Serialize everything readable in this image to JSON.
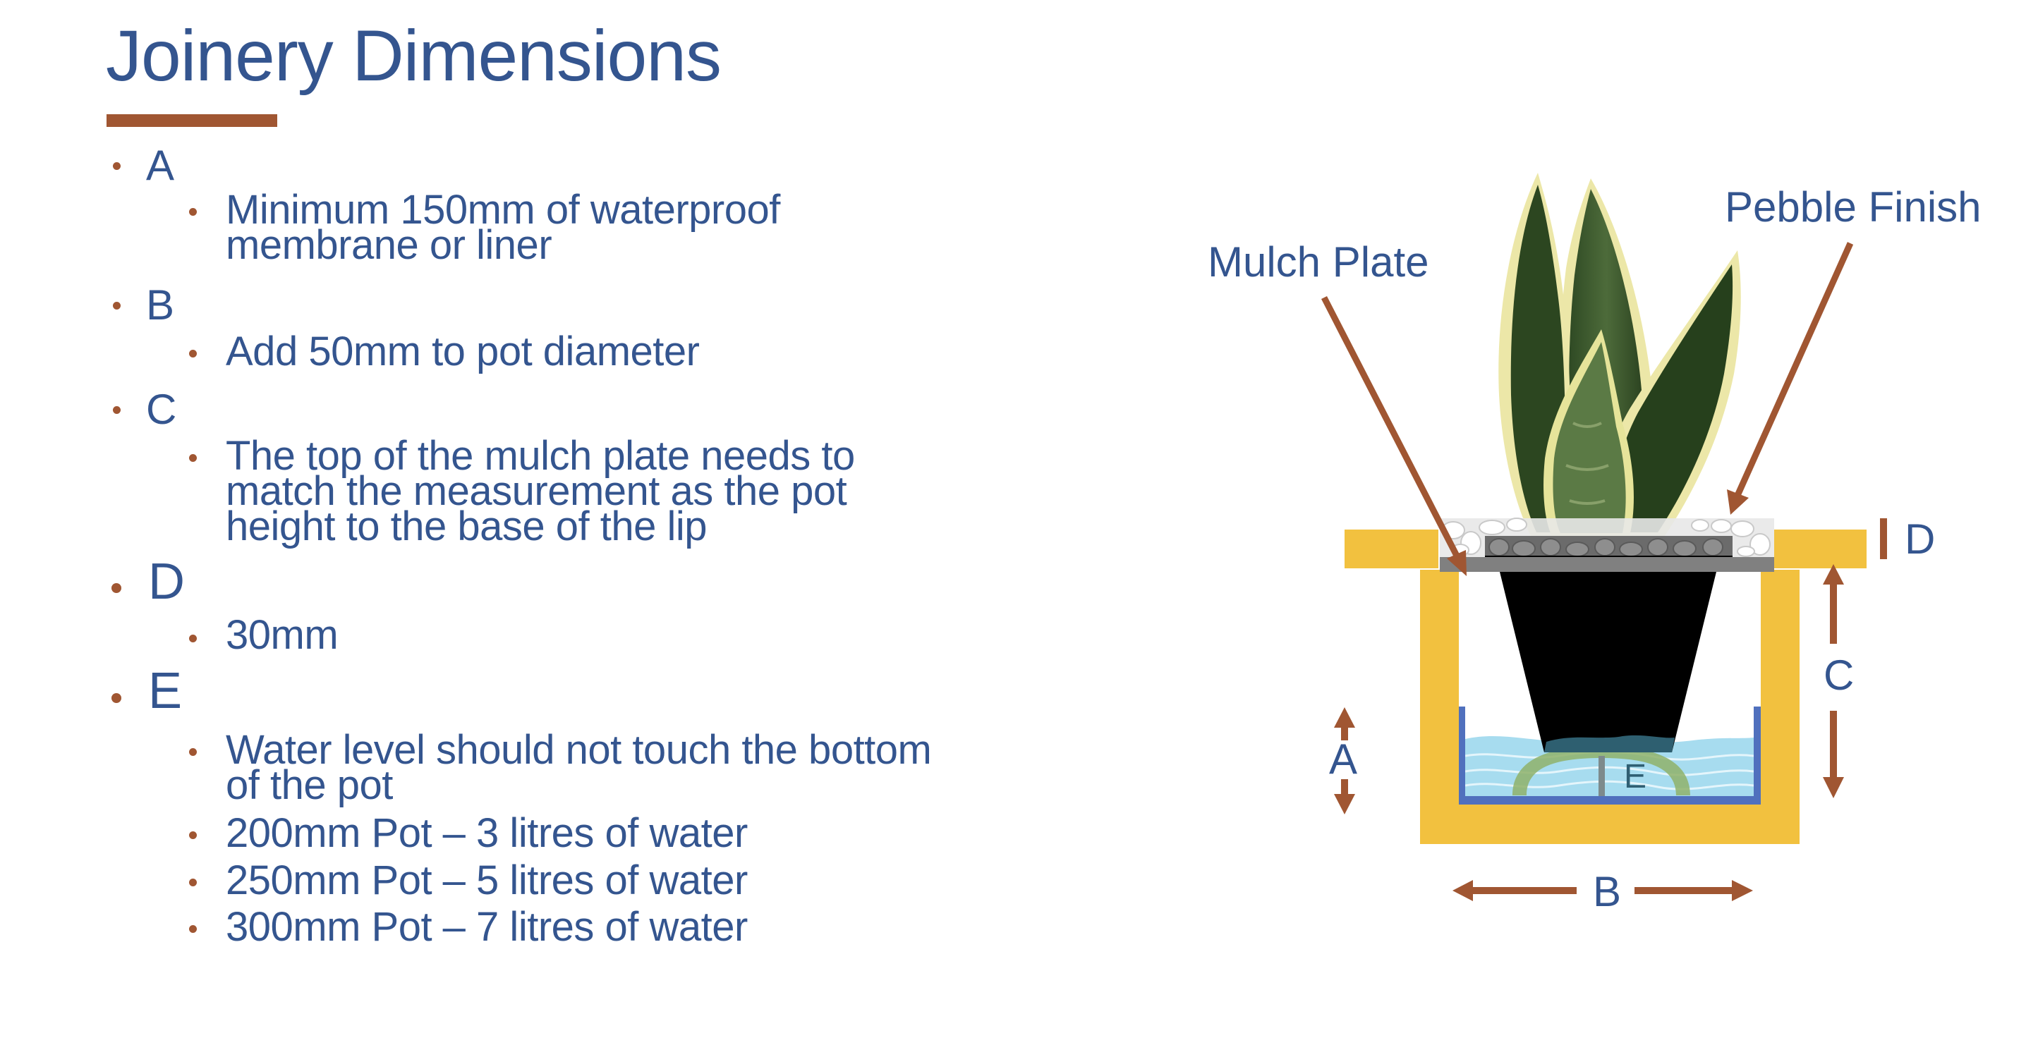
{
  "slide": {
    "title": "Joinery Dimensions",
    "accent_color": "#a05632",
    "text_color": "#34558f"
  },
  "specs": [
    {
      "label": "A",
      "details": [
        {
          "lines": [
            "Minimum 150mm of waterproof",
            "membrane or liner"
          ]
        }
      ]
    },
    {
      "label": "B",
      "details": [
        {
          "lines": [
            "Add 50mm to pot diameter"
          ]
        }
      ]
    },
    {
      "label": "C",
      "details": [
        {
          "lines": [
            "The top of the mulch plate needs to",
            "match the measurement as the pot",
            "height to the base of the lip"
          ]
        }
      ]
    },
    {
      "label": "D",
      "details": [
        {
          "lines": [
            "30mm"
          ]
        }
      ]
    },
    {
      "label": "E",
      "details": [
        {
          "lines": [
            "Water level should not touch the bottom",
            "of the pot"
          ]
        },
        {
          "lines": [
            "200mm Pot – 3 litres of water"
          ]
        },
        {
          "lines": [
            "250mm Pot – 5 litres of water"
          ]
        },
        {
          "lines": [
            "300mm Pot – 7 litres of water"
          ]
        }
      ]
    }
  ],
  "diagram": {
    "callouts": {
      "mulch_plate": "Mulch Plate",
      "pebble_finish": "Pebble Finish"
    },
    "dimension_labels": {
      "a": "A",
      "b": "B",
      "c": "C",
      "d": "D",
      "e": "E"
    },
    "colors": {
      "joinery": "#f2c13f",
      "liner": "#5070bd",
      "water": "#a7dcef",
      "pot": "#000000",
      "mulch_plate": "#808080",
      "arrow": "#a05632",
      "plant_dark": "#3e5a2e",
      "plant_edge": "#e9e6a4"
    }
  }
}
